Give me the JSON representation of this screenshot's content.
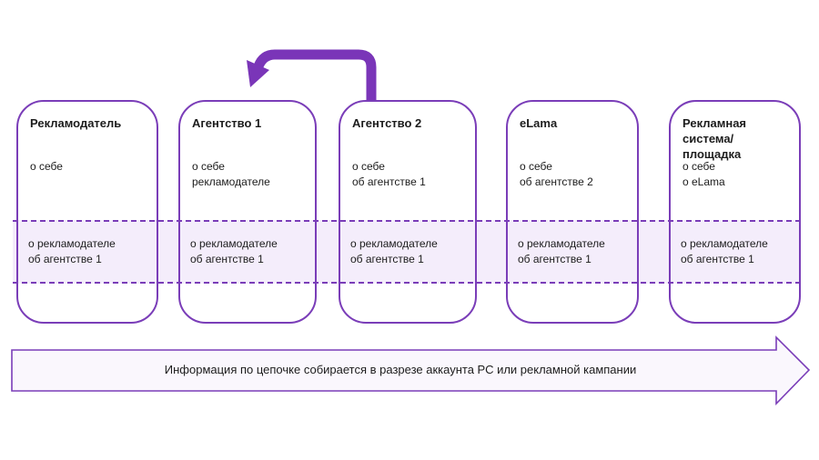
{
  "colors": {
    "accent": "#7a3db8",
    "band_fill": "#f4edfb",
    "bottom_arrow_fill": "#faf7fd",
    "text": "#1c1c1c"
  },
  "cards": [
    {
      "id": "advertiser",
      "title": "Рекламодатель",
      "self_info": "о себе",
      "chain_info": "о рекламодателе\nоб агентстве 1"
    },
    {
      "id": "agency-1",
      "title": "Агентство 1",
      "self_info": "о себе\nрекламодателе",
      "chain_info": "о рекламодателе\nоб агентстве 1"
    },
    {
      "id": "agency-2",
      "title": "Агентство 2",
      "self_info": "о себе\nоб агентстве 1",
      "chain_info": "о рекламодателе\nоб агентстве 1"
    },
    {
      "id": "elama",
      "title": "eLama",
      "self_info": "о себе\nоб агентстве 2",
      "chain_info": "о рекламодателе\nоб агентстве 1"
    },
    {
      "id": "ad-platform",
      "title": "Рекламная система/площадка",
      "self_info": "о себе\nо eLama",
      "chain_info": "о рекламодателе\nоб агентстве 1"
    }
  ],
  "bottom_arrow": {
    "label": "Информация по цепочке собирается в разрезе аккаунта РС или рекламной кампании"
  }
}
